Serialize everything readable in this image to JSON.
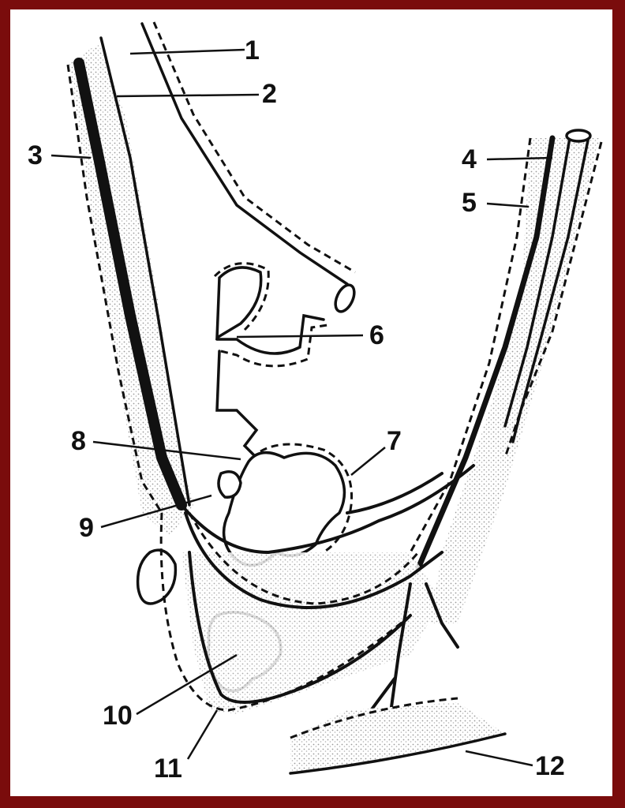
{
  "figure": {
    "labels": [
      {
        "id": "1",
        "text": "1"
      },
      {
        "id": "2",
        "text": "2"
      },
      {
        "id": "3",
        "text": "3"
      },
      {
        "id": "4",
        "text": "4"
      },
      {
        "id": "5",
        "text": "5"
      },
      {
        "id": "6",
        "text": "6"
      },
      {
        "id": "7",
        "text": "7"
      },
      {
        "id": "8",
        "text": "8"
      },
      {
        "id": "9",
        "text": "9"
      },
      {
        "id": "10",
        "text": "10"
      },
      {
        "id": "11",
        "text": "11"
      },
      {
        "id": "12",
        "text": "12"
      }
    ],
    "colors": {
      "border": "#7a0c0c",
      "background": "#ffffff",
      "ink": "#111111",
      "stipple": "#bdbdbd"
    }
  }
}
